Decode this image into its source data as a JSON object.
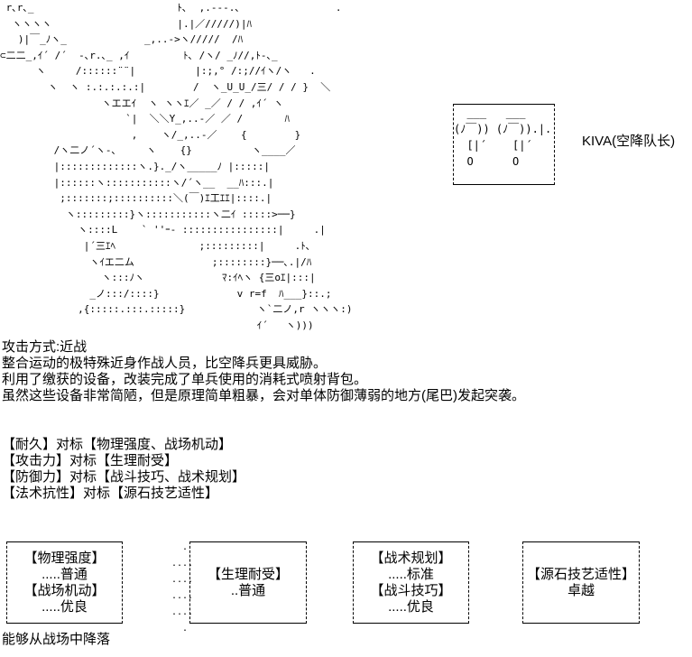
{
  "art": {
    "lines": [
      " r､r､_                        ﾄ､  ,.-‐-.､                .",
      "  ヽヽヽヽ                     |.|／/////)|ﾊ",
      "   )|￣_ﾉヽ_             _,..->ヽ/////  /ﾊ",
      "⊂二二_,ｲ´ /´  ‐､r.､_ ,ｲ         ﾄ､ /ヽ/ _ﾉ//,ﾄ-､_",
      "      ヽ     /::::::¨¨|          |:;,° /:;//ｲヽ/ヽ   .",
      "        ヽ  ヽ :.:.:.:.:|        /  ヽ_U_U_/三/ / / }  ＼",
      "                 ヽエエｲ  ヽ ヽヽｴ／ _／ / / ,ｲ´ ヽ",
      "                     `|  ＼＼Y_,..-／ ／ /       ﾊ",
      "                      ,    ヽ/_,..-／    {        }",
      "         /ヽ二ノ´ヽ-､     ヽ    {}          ヽ____／",
      "         |:::::::::::::ヽ.}._/ヽ_____ﾉ |:::::|",
      "         |::::::ヽ:::::::::::ヽ/´ヽ__  __ﾊ:::.|",
      "          ;:::::::;::::::::::＼(￣)ｴ工ｴｴ|::::.|",
      "           ヽ:::::::::}ヽ:::::::::::ヽ二ｲ :::::>──}",
      "             ヽ::::L    ` ''ｰ- ::::::::::::::::|     .|",
      "              |´三ｴﾍ              ;:::::::::|     .ﾄ､",
      "               ヽｲエ二ム             ;::::::::}──､.|/ﾊ",
      "                 ヽ:::ﾉヽ             ﾏ:ｲﾍヽ {三oｴ|:::|",
      "               _ノ:::/::::}             v r=f  ﾊ___}::.;",
      "             ,{:::::.:::.:::::}            ヽ`二ノ,r ヽヽヽ:)",
      "                                           ｲ´   ヽ)))"
    ]
  },
  "portrait": {
    "lines": [
      "",
      "  ___   ___",
      "(ﾉ￣)) (ﾉ￣)).|.",
      "  [|´    [|´",
      "  O      O"
    ],
    "caption": "KIVA(空降队长)"
  },
  "description": {
    "attack_mode": "攻击方式:近战",
    "line1": "整合运动的极特殊近身作战人员，比空降兵更具威胁。",
    "line2": "利用了缴获的设备，改装完成了单兵使用的消耗式喷射背包。",
    "line3": "虽然这些设备非常简陋，但是原理简单粗暴，会对单体防御薄弱的地方(尾巴)发起突袭。"
  },
  "mapping": [
    "【耐久】对标【物理强度、战场机动】",
    "【攻击力】对标【生理耐受】",
    "【防御力】对标【战斗技巧、战术规划】",
    "【法术抗性】对标【源石技艺适性】"
  ],
  "stat_boxes": [
    {
      "lines": [
        "【物理强度】",
        ".....普通",
        "【战场机动】",
        ".....优良"
      ]
    },
    {
      "lines": [
        "【生理耐受】",
        "..普通"
      ]
    },
    {
      "lines": [
        "【战术规划】",
        ".....标准",
        "【战斗技巧】",
        ".....优良"
      ]
    },
    {
      "lines": [
        "【源石技艺适性】",
        "卓越"
      ]
    }
  ],
  "footer": "能够从战场中降落"
}
